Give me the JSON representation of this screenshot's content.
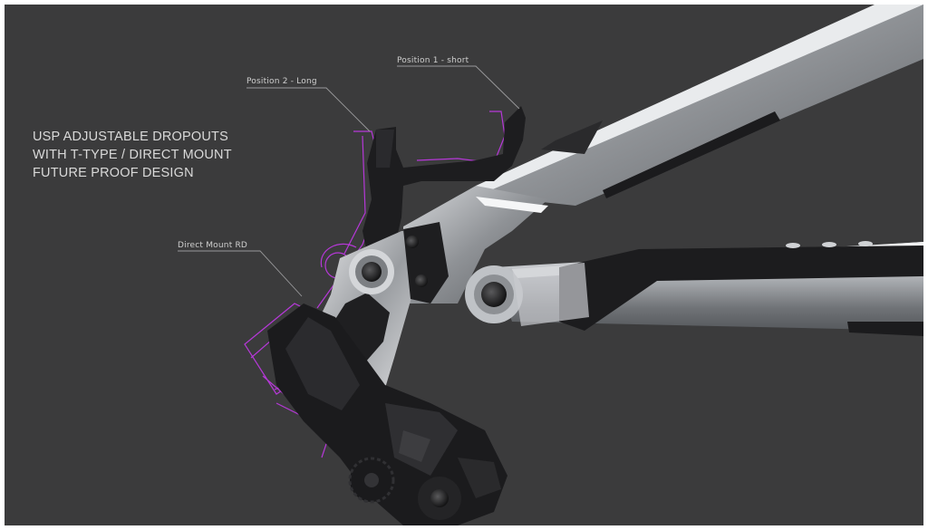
{
  "headline": {
    "line1": "USP ADJUSTABLE DROPOUTS",
    "line2": "WITH T-TYPE / DIRECT MOUNT",
    "line3": "FUTURE PROOF DESIGN"
  },
  "callouts": {
    "position_1": "Position 1 - short",
    "position_2": "Position 2 - Long",
    "direct_mount_rd": "Direct Mount RD"
  },
  "colors": {
    "background": "#3b3b3c",
    "accent_outline": "#b638d8",
    "frame_silver": "#b9bbbf",
    "hardware_black": "#1e1e20"
  }
}
